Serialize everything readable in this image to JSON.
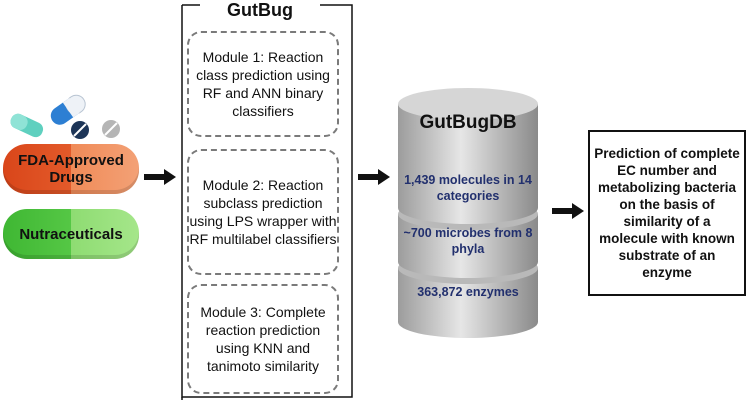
{
  "gutbug": {
    "title": "GutBug",
    "modules": [
      {
        "text": "Module 1: Reaction class prediction using RF and ANN binary classifiers"
      },
      {
        "text": "Module 2: Reaction subclass prediction using LPS wrapper with RF multilabel classifiers"
      },
      {
        "text": "Module 3: Complete reaction prediction using KNN and tanimoto similarity"
      }
    ]
  },
  "inputs": {
    "fda": "FDA-Approved Drugs",
    "nutra": "Nutraceuticals"
  },
  "database": {
    "title": "GutBugDB",
    "items": [
      "1,439 molecules in 14 categories",
      "~700 microbes from 8 phyla",
      "363,872 enzymes"
    ]
  },
  "output": {
    "text": "Prediction of complete EC number and metabolizing bacteria on the basis of similarity of a molecule with known substrate of an enzyme"
  },
  "colors": {
    "fda_pill": "#d9461a",
    "nutra_pill": "#3fb733",
    "db_text": "#22306e",
    "module_border": "#7a7a7a"
  },
  "icons": [
    "capsule-icon",
    "pill-capsule-icon",
    "tablet-icon",
    "arrow-icon"
  ]
}
